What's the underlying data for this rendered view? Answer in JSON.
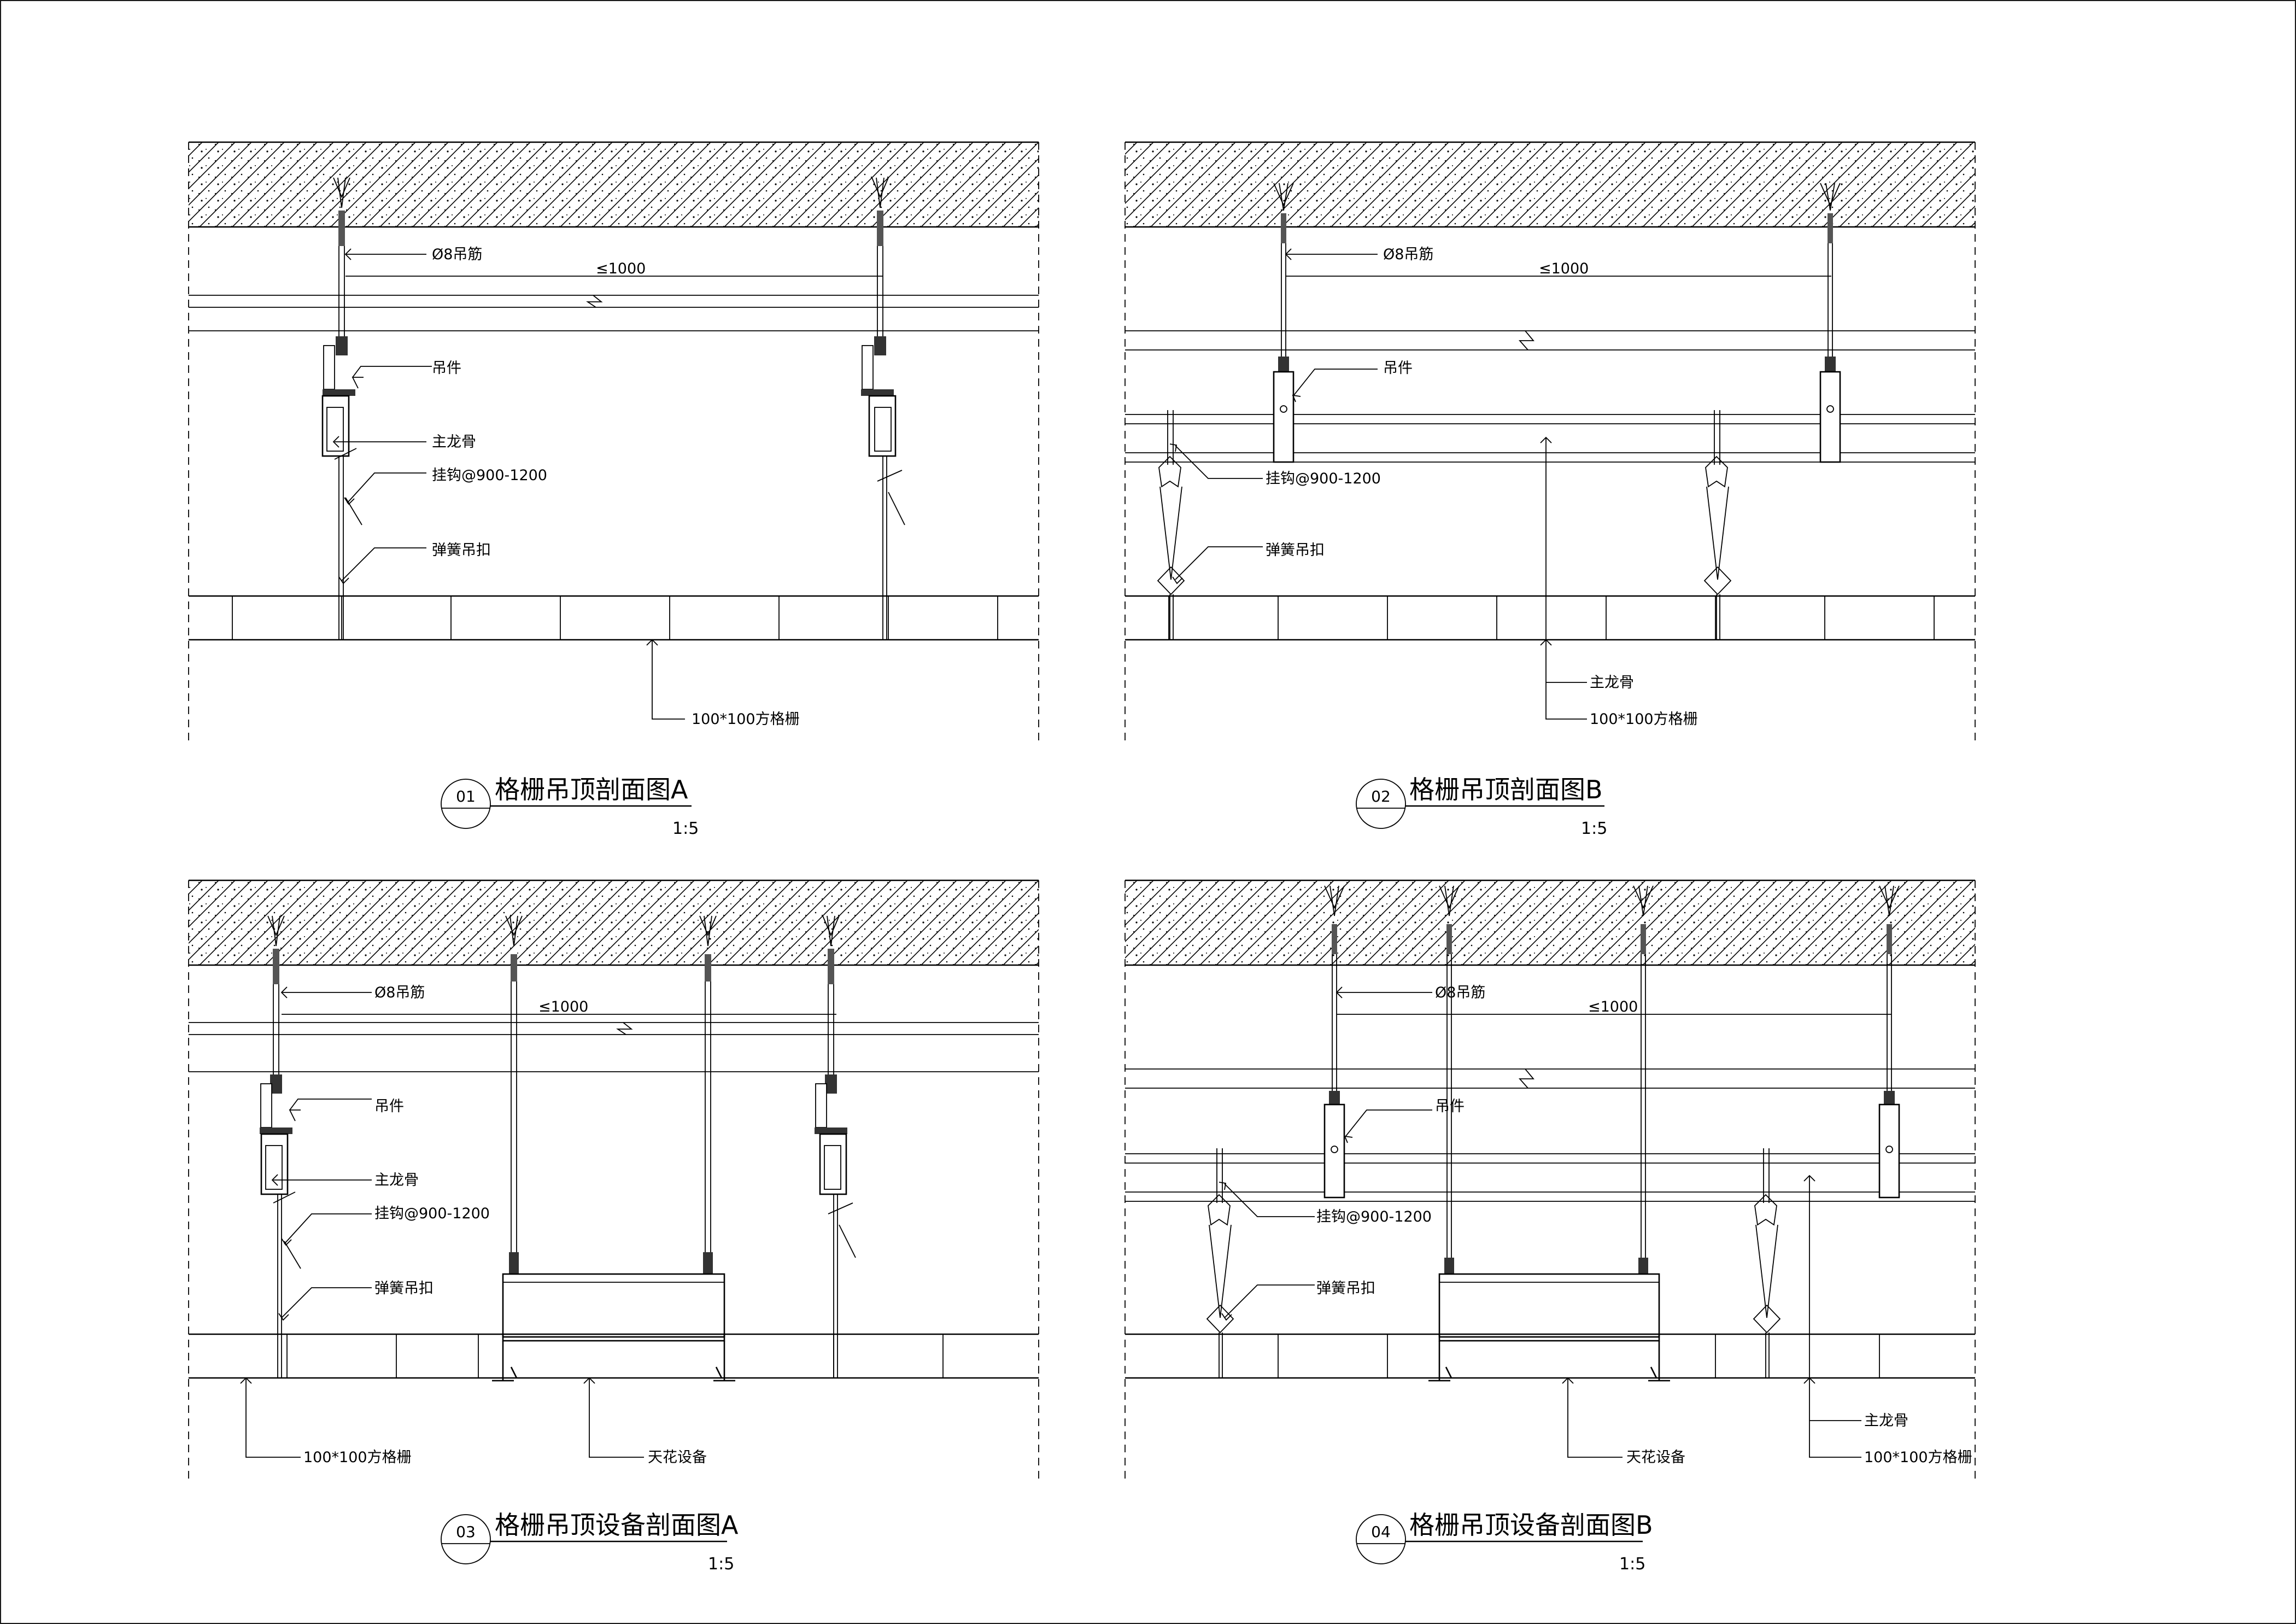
{
  "drawings": [
    {
      "number": "01",
      "title": "格栅吊顶剖面图A",
      "scale": "1:5",
      "labels": {
        "rod": "Ø8吊筋",
        "spacing": "≤1000",
        "hanger": "吊件",
        "main_keel": "主龙骨",
        "hook": "挂钩@900-1200",
        "spring_clip": "弹簧吊扣",
        "grille": "100*100方格栅"
      }
    },
    {
      "number": "02",
      "title": "格栅吊顶剖面图B",
      "scale": "1:5",
      "labels": {
        "rod": "Ø8吊筋",
        "spacing": "≤1000",
        "hanger": "吊件",
        "hook": "挂钩@900-1200",
        "spring_clip": "弹簧吊扣",
        "main_keel": "主龙骨",
        "grille": "100*100方格栅"
      }
    },
    {
      "number": "03",
      "title": "格栅吊顶设备剖面图A",
      "scale": "1:5",
      "labels": {
        "rod": "Ø8吊筋",
        "spacing": "≤1000",
        "hanger": "吊件",
        "main_keel": "主龙骨",
        "hook": "挂钩@900-1200",
        "spring_clip": "弹簧吊扣",
        "grille": "100*100方格栅",
        "equipment": "天花设备"
      }
    },
    {
      "number": "04",
      "title": "格栅吊顶设备剖面图B",
      "scale": "1:5",
      "labels": {
        "rod": "Ø8吊筋",
        "spacing": "≤1000",
        "hanger": "吊件",
        "hook": "挂钩@900-1200",
        "spring_clip": "弹簧吊扣",
        "equipment": "天花设备",
        "main_keel": "主龙骨",
        "grille": "100*100方格栅"
      }
    }
  ]
}
